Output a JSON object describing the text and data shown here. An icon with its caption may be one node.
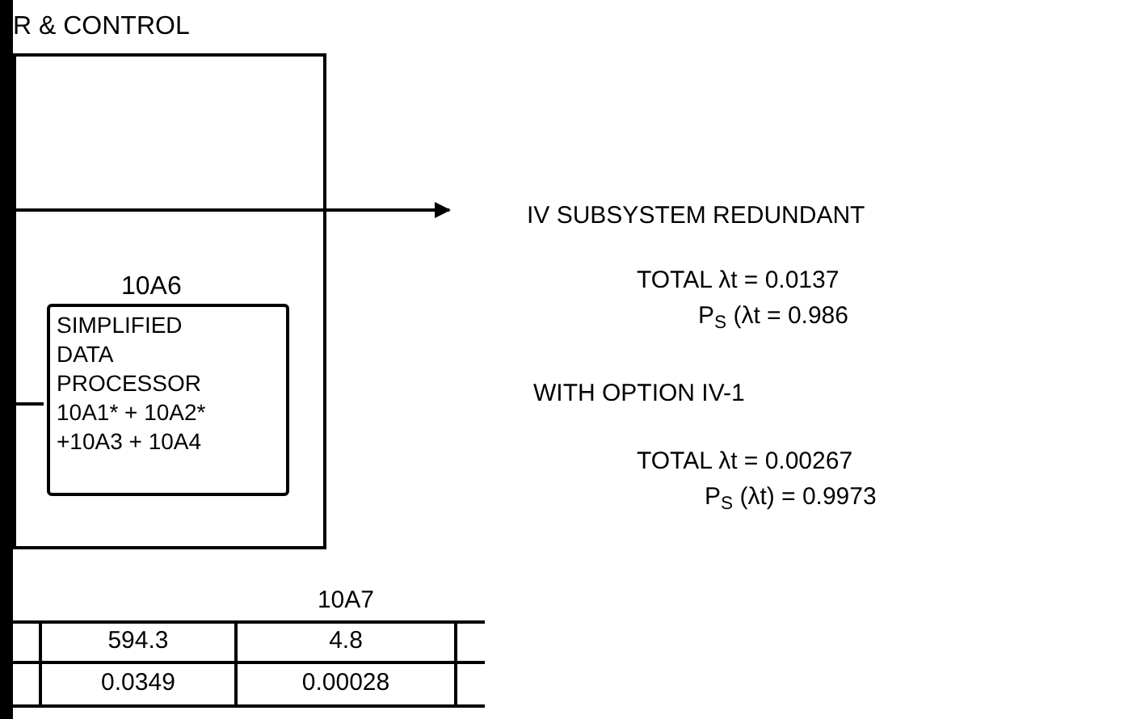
{
  "diagram": {
    "nodes": [
      {
        "text": [
          "R & CONTROL"
        ]
      },
      {
        "text": [
          "10A6",
          "SIMPLIFIED DATA PROCESSOR 10A1* + 10A2* +10A3 + 10A4"
        ],
        "in": 0
      },
      {
        "text": [],
        "shape": "bar"
      }
    ],
    "edges": [
      {
        "from": 2,
        "to": null,
        "arrow": "to"
      },
      {
        "from": 2,
        "to": 1,
        "arrow": "none"
      }
    ],
    "labels": [
      "IV SUBSYSTEM REDUNDANT",
      "TOTAL λt = 0.0137",
      "P$_{S}$ (λt = 0.986",
      "WITH OPTION IV-1",
      "TOTAL λt = 0.00267",
      "P$_{S}$ (λt) = 0.9973",
      "10A7",
      "594.3",
      "4.8",
      "0.0349",
      "0.00028"
    ]
  }
}
